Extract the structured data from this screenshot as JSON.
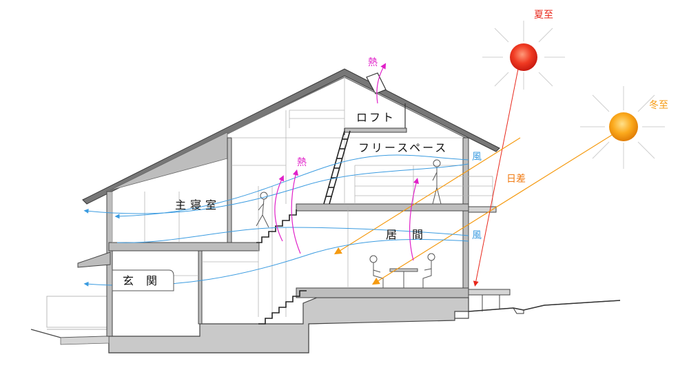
{
  "colors": {
    "summer_sun": "#e8261a",
    "winter_sun": "#f59a10",
    "heat": "#e020c8",
    "wind": "#3a9be0",
    "sunlight_label": "#f07a10",
    "wall": "#555555",
    "ground": "#bdbdbd"
  },
  "labels": {
    "summer_solstice": "夏至",
    "winter_solstice": "冬至",
    "heat_top": "熱",
    "heat_stair": "熱",
    "wind_upper": "風",
    "wind_lower": "風",
    "sunlight": "日差"
  },
  "rooms": {
    "loft": "ロフト",
    "free_space": "フリースペース",
    "master_bedroom": "主寝室",
    "living": "居間",
    "entrance": "玄関"
  },
  "icons": {
    "summer_sun": "sun-icon",
    "winter_sun": "sun-icon"
  }
}
